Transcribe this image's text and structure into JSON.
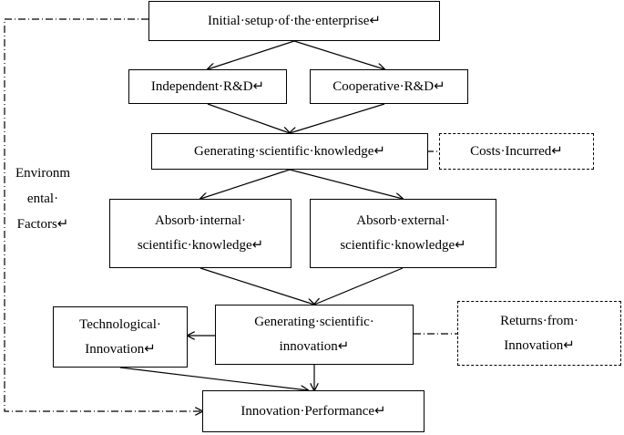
{
  "nodes": {
    "initial_setup": "Initial·setup·of·the·enterprise↵",
    "independent_rd": "Independent·R&D↵",
    "cooperative_rd": "Cooperative·R&D↵",
    "generating_knowledge": "Generating·scientific·knowledge↵",
    "costs_incurred": "Costs·Incurred↵",
    "absorb_internal_line1": "Absorb·internal·",
    "absorb_internal_line2": "scientific·knowledge↵",
    "absorb_external_line1": "Absorb·external·",
    "absorb_external_line2": "scientific·knowledge↵",
    "technological_line1": "Technological·",
    "technological_line2": "Innovation↵",
    "generating_innovation_line1": "Generating·scientific·",
    "generating_innovation_line2": "innovation↵",
    "returns_line1": "Returns·from·",
    "returns_line2": "Innovation↵",
    "innovation_performance": "Innovation·Performance↵"
  },
  "side_label": {
    "line1": "Environm",
    "line2": "ental·",
    "line3": "Factors↵"
  }
}
